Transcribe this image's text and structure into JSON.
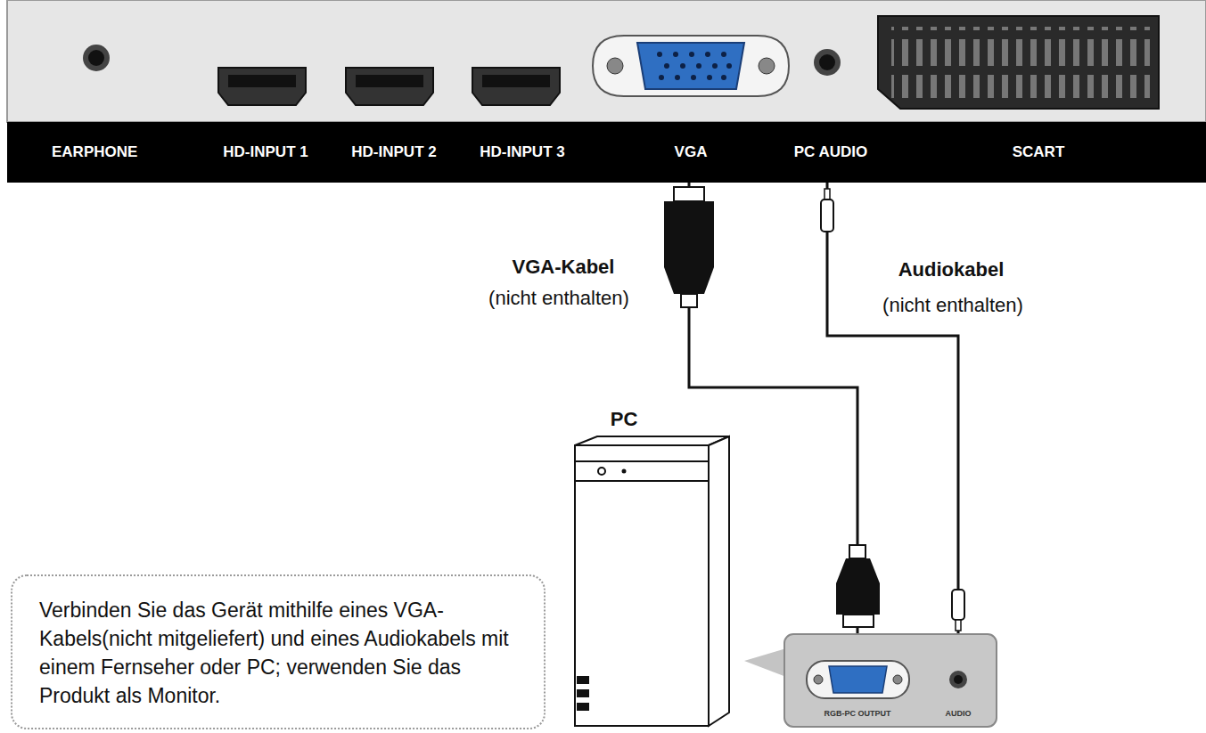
{
  "diagram": {
    "nodes": [
      {
        "text": [
          "EARPHONE",
          "HD-INPUT 1",
          "HD-INPUT 2",
          "HD-INPUT 3",
          "VGA",
          "PC AUDIO",
          "SCART"
        ]
      },
      {
        "text": [
          "RGB-PC OUTPUT",
          "AUDIO"
        ]
      },
      {
        "text": [
          "Verbinden Sie das Gerät mithilfe eines VGA-Kabels(nicht mitgeliefert) und eines Audiokabels mit einem Fernseher oder PC; verwenden Sie das Produkt als Monitor."
        ]
      }
    ],
    "edges": [
      {
        "from": 0,
        "to": 1,
        "arrow": "none"
      },
      {
        "from": 0,
        "to": 1,
        "arrow": "none"
      }
    ],
    "labels": [
      "VGA-Kabel",
      "(nicht enthalten)",
      "Audiokabel",
      "(nicht enthalten)",
      "PC"
    ]
  }
}
